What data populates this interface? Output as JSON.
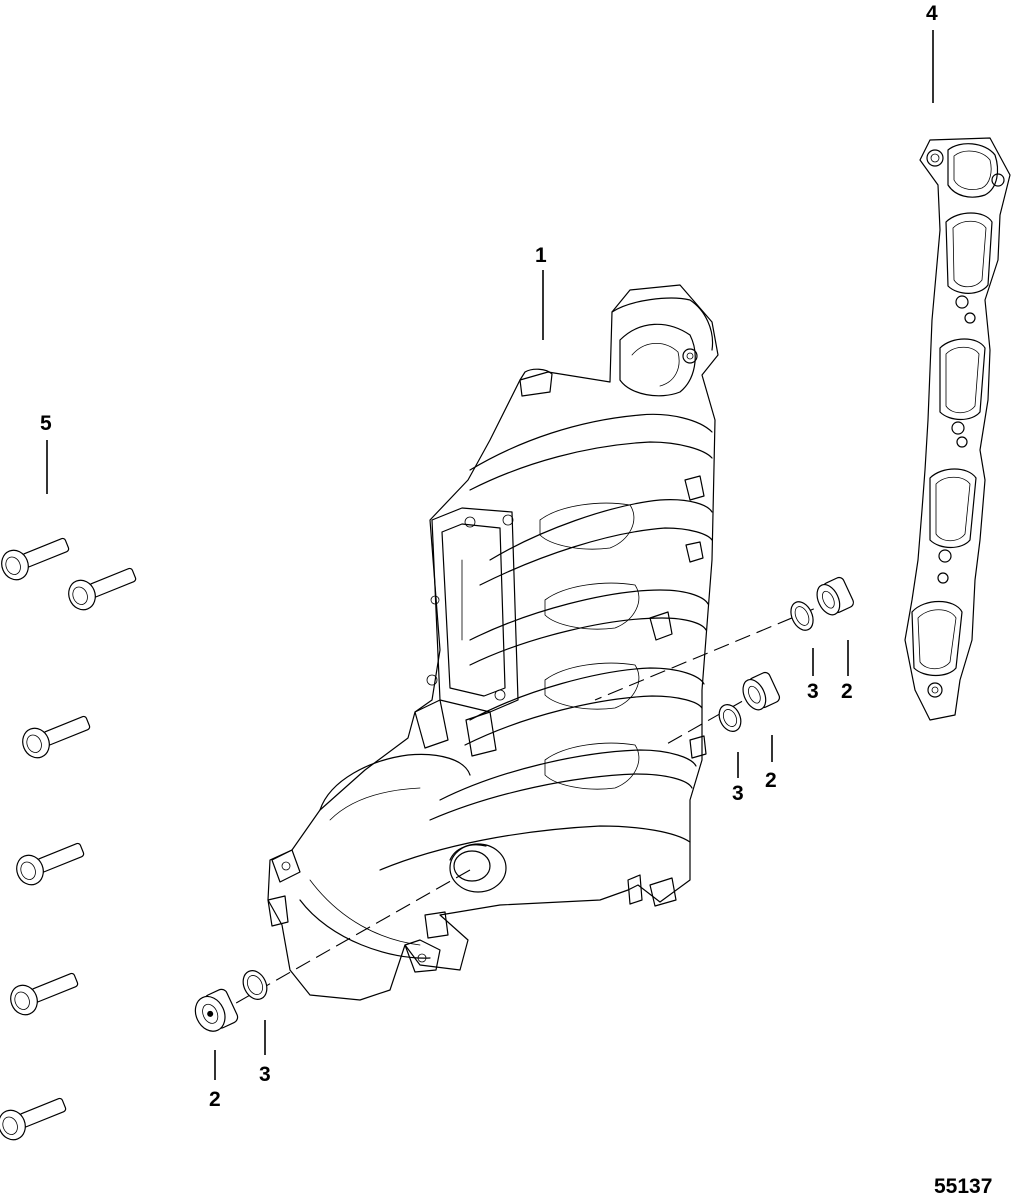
{
  "figure_number": "55137",
  "callouts": {
    "manifold": "1",
    "plug": "2",
    "seal": "3",
    "gasket": "4",
    "bolt": "5"
  }
}
